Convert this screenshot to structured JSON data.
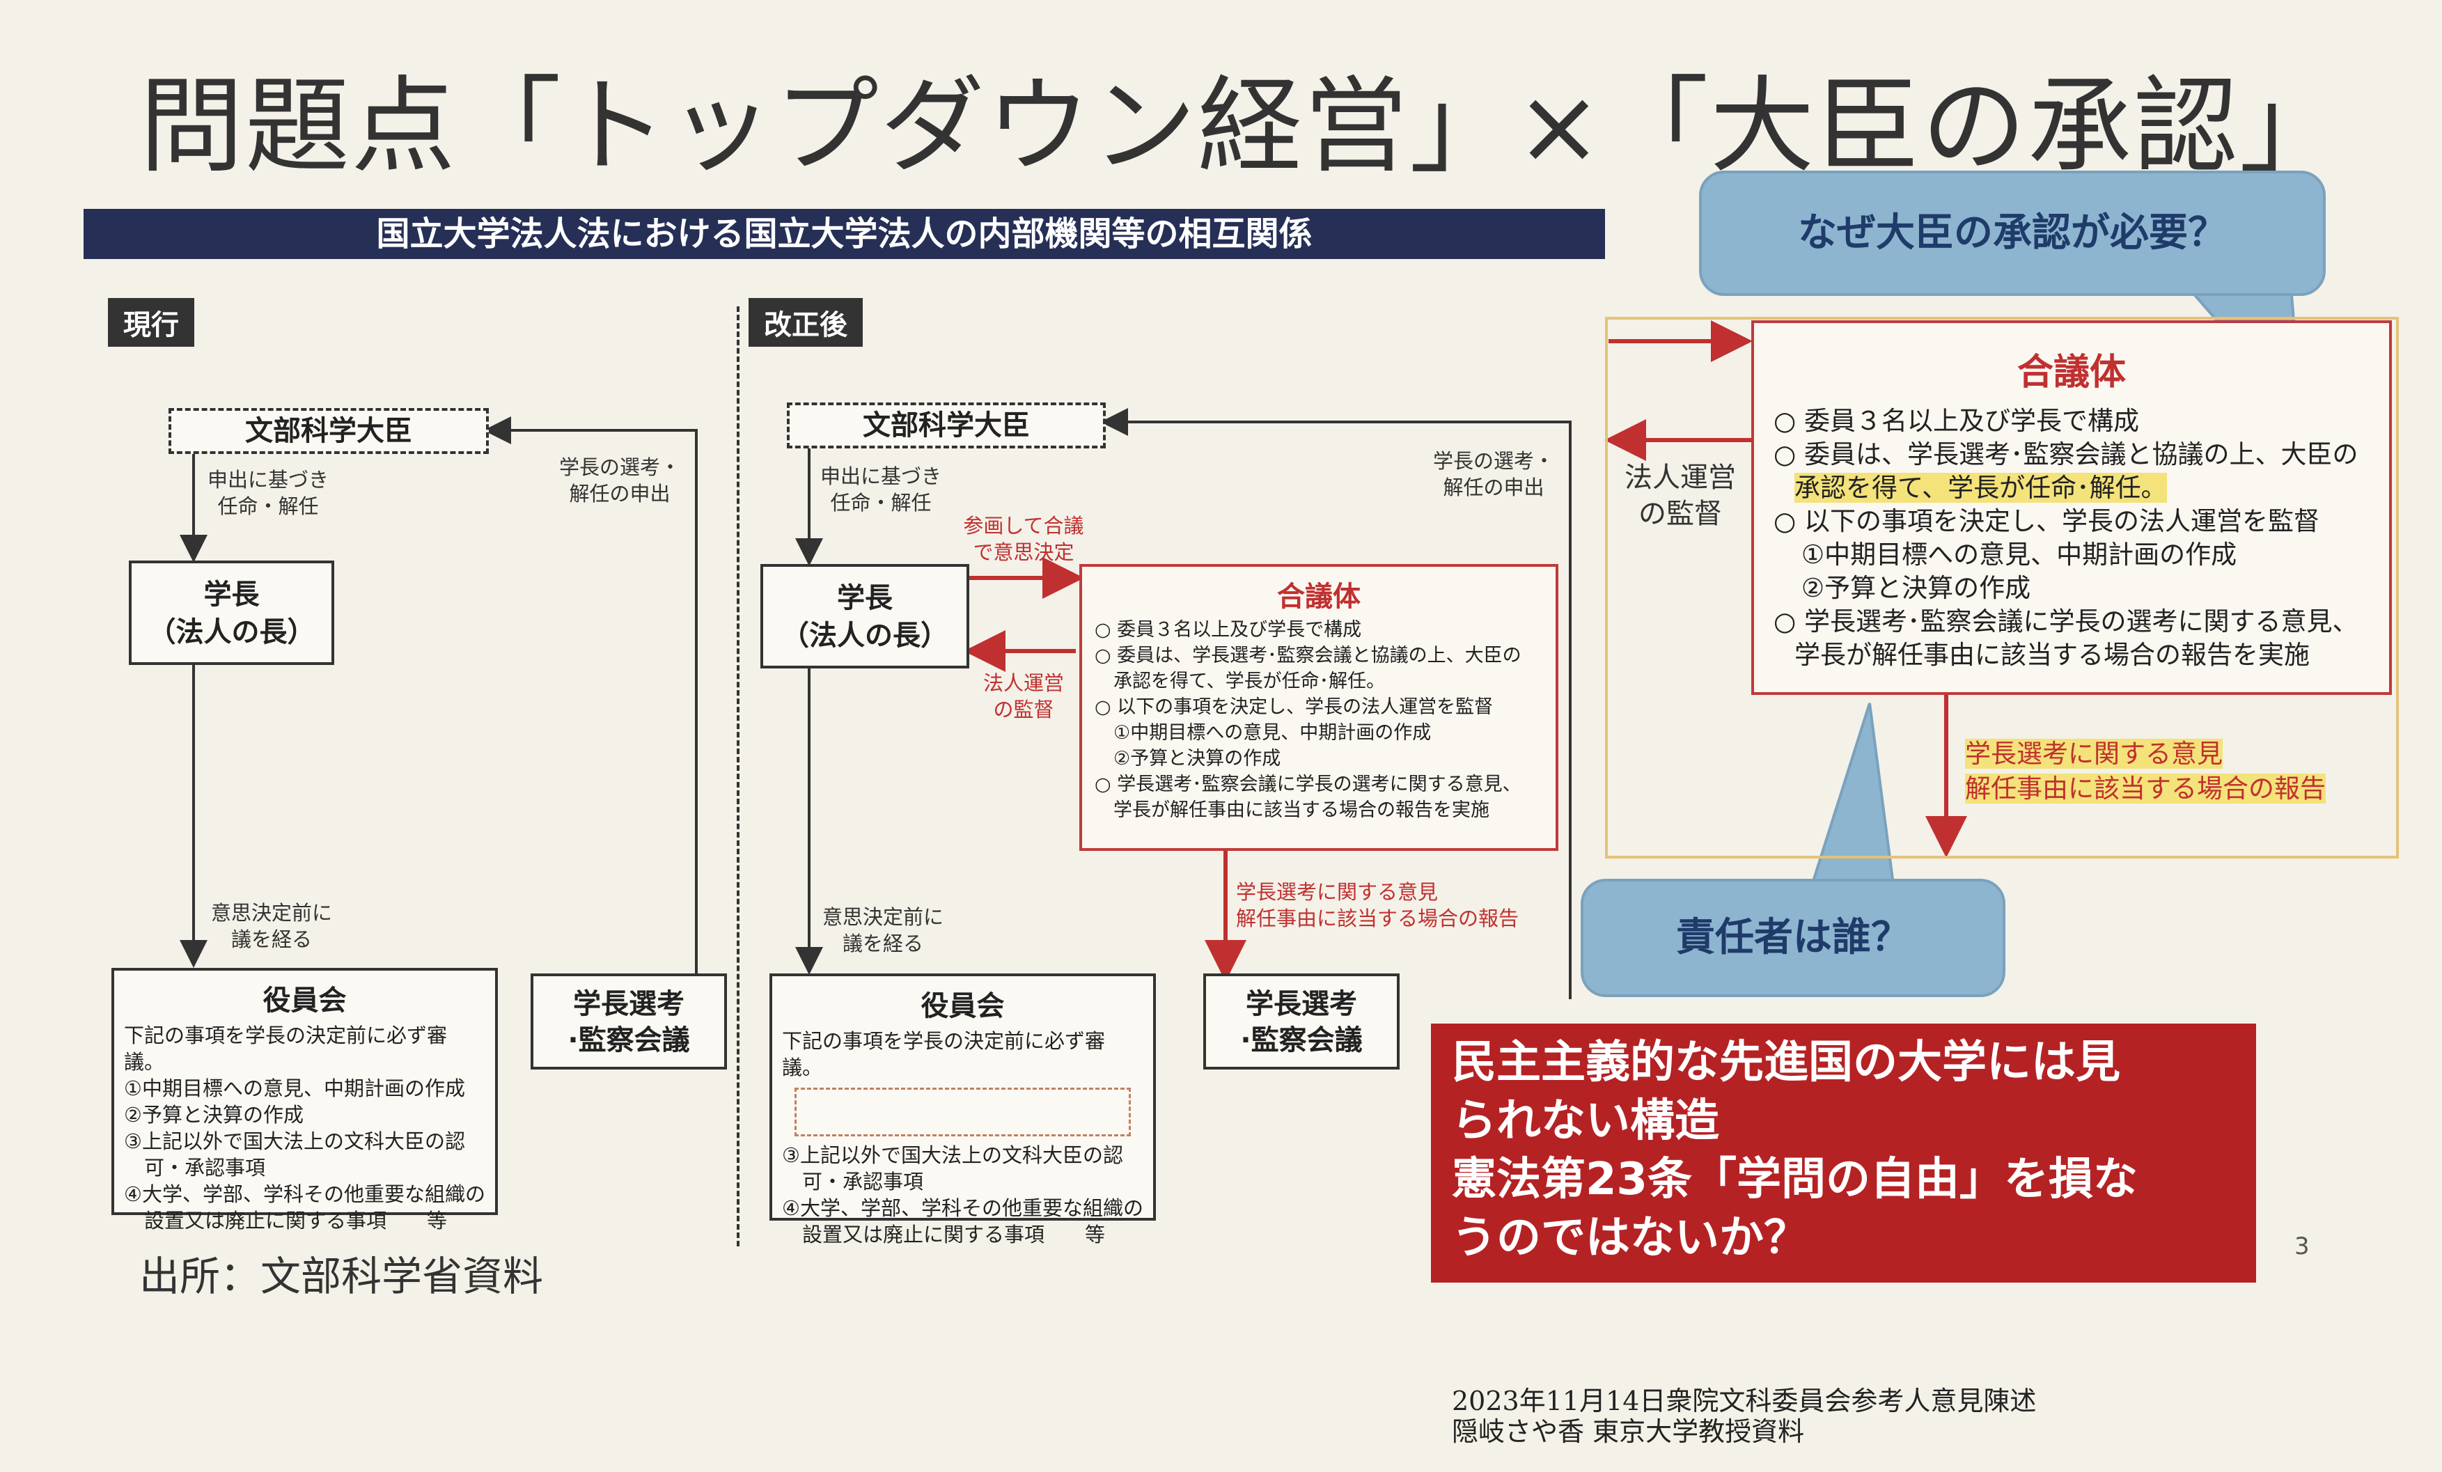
{
  "title": "問題点「トップダウン経営」×「大臣の承認」",
  "banner": "国立大学法人法における国立大学法人の内部機関等の相互関係",
  "current": {
    "tag": "現行",
    "minister": "文部科学大臣",
    "appoint_label": [
      "申出に基づき",
      "任命・解任"
    ],
    "nomination_label": [
      "学長の選考・",
      "解任の申出"
    ],
    "president": [
      "学長",
      "（法人の長）"
    ],
    "deliberation_label": [
      "意思決定前に",
      "議を経る"
    ],
    "board_title": "役員会",
    "board_items": [
      "下記の事項を学長の決定前に必ず審議。",
      "①中期目標への意見、中期計画の作成",
      "②予算と決算の作成",
      "③上記以外で国大法上の文科大臣の認",
      "　可・承認事項",
      "④大学、学部、学科その他重要な組織の",
      "　設置又は廃止に関する事項　　等"
    ],
    "selection": [
      "学長選考",
      "·監察会議"
    ]
  },
  "revised": {
    "tag": "改正後",
    "minister": "文部科学大臣",
    "appoint_label": [
      "申出に基づき",
      "任命・解任"
    ],
    "nomination_label": [
      "学長の選考・",
      "解任の申出"
    ],
    "president": [
      "学長",
      "（法人の長）"
    ],
    "participate_label": [
      "参画して合議",
      "で意思決定"
    ],
    "supervise_label": [
      "法人運営",
      "の監督"
    ],
    "council_title": "合議体",
    "council_items": [
      "○ 委員３名以上及び学長で構成",
      "○ 委員は、学長選考･監察会議と協議の上、大臣の",
      "　承認を得て、学長が任命･解任。",
      "○ 以下の事項を決定し、学長の法人運営を監督",
      "　①中期目標への意見、中期計画の作成",
      "　②予算と決算の作成",
      "○ 学長選考･監察会議に学長の選考に関する意見、",
      "　学長が解任事由に該当する場合の報告を実施"
    ],
    "report_label": [
      "学長選考に関する意見",
      "解任事由に該当する場合の報告"
    ],
    "deliberation_label": [
      "意思決定前に",
      "議を経る"
    ],
    "board_title": "役員会",
    "board_items": [
      "下記の事項を学長の決定前に必ず審議。",
      "③上記以外で国大法上の文科大臣の認",
      "　可・承認事項",
      "④大学、学部、学科その他重要な組織の",
      "　設置又は廃止に関する事項　　等"
    ],
    "selection": [
      "学長選考",
      "·監察会議"
    ]
  },
  "zoom": {
    "supervise_label": [
      "法人運営",
      "の監督"
    ],
    "council_title": "合議体",
    "items": [
      "○ 委員３名以上及び学長で構成",
      "○ 委員は、学長選考･監察会議と協議の上、大臣の",
      "承認を得て、学長が任命･解任。",
      "○ 以下の事項を決定し、学長の法人運営を監督",
      "①中期目標への意見、中期計画の作成",
      "②予算と決算の作成",
      "○ 学長選考･監察会議に学長の選考に関する意見、",
      "学長が解任事由に該当する場合の報告を実施"
    ],
    "report_label": [
      "学長選考に関する意見",
      "解任事由に該当する場合の報告"
    ]
  },
  "bubble_top": "なぜ大臣の承認が必要？",
  "bubble_bottom": "責任者は誰？",
  "callout": [
    "民主主義的な先進国の大学には見",
    "られない構造",
    "憲法第23条「学問の自由」を損な",
    "うのではないか？"
  ],
  "source": "出所：文部科学省資料",
  "page_number": "3",
  "footer": [
    "2023年11月14日衆院文科委員会参考人意見陳述",
    "隠岐さや香 東京大学教授資料"
  ],
  "colors": {
    "banner": "#262f56",
    "accent_red": "#c03030",
    "callout": "#b52224",
    "bubble": "#8eb5cf",
    "highlight": "#f4e27a"
  }
}
